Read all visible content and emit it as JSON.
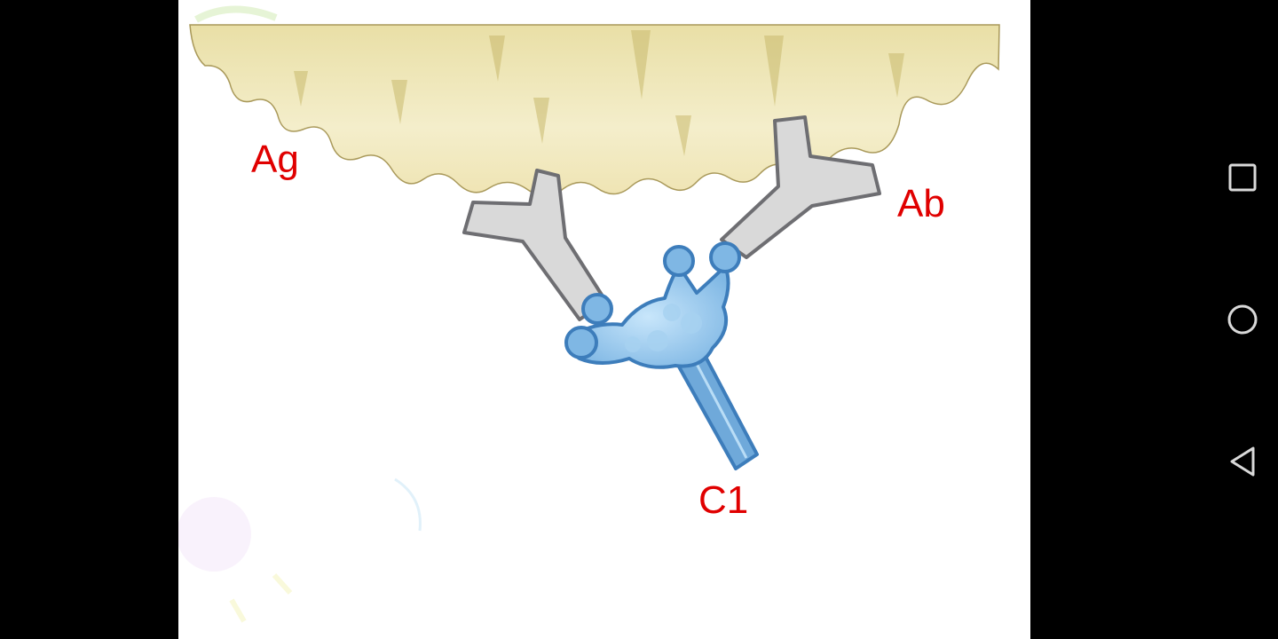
{
  "diagram": {
    "labels": {
      "antigen": "Ag",
      "antibody": "Ab",
      "complement": "C1"
    },
    "colors": {
      "label_text": "#e00000",
      "antigen_fill": "#f3ecc4",
      "antigen_shade": "#cfbf78",
      "antibody_fill": "#dadada",
      "antibody_outline": "#6e6e72",
      "complement_fill": "#8ec3ea",
      "complement_outline": "#3d7dbb",
      "slide_background": "#ffffff"
    }
  },
  "navigation_bar": {
    "background": "#000000",
    "icon_color": "#d9d9d9",
    "buttons": [
      {
        "name": "recents",
        "icon": "square-icon"
      },
      {
        "name": "home",
        "icon": "circle-icon"
      },
      {
        "name": "back",
        "icon": "triangle-back-icon"
      }
    ]
  }
}
